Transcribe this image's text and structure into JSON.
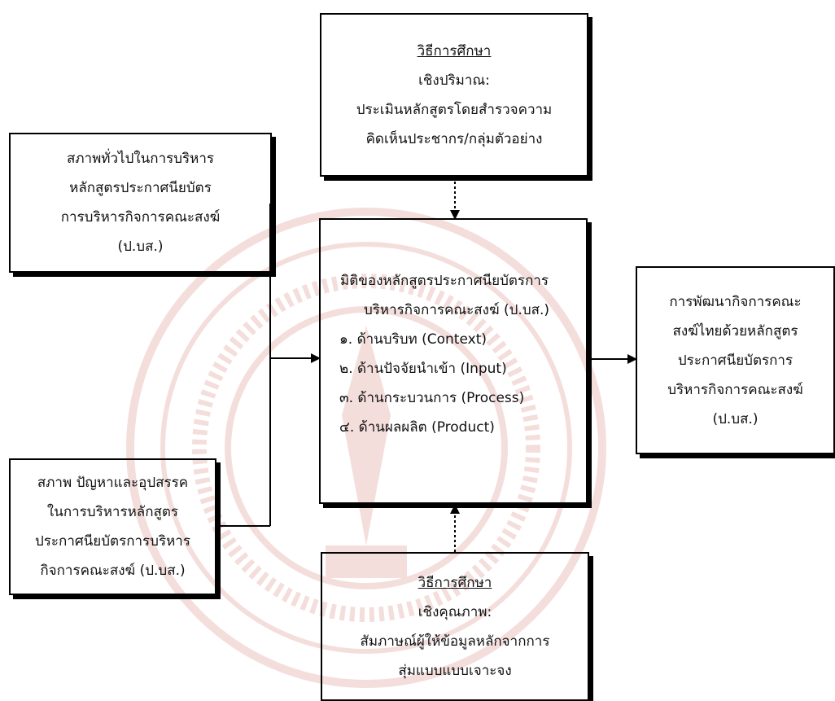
{
  "method_top": {
    "heading": "วิธีการศึกษา",
    "lines": [
      "เชิงปริมาณ:",
      "ประเมินหลักสูตรโดยสำรวจความ",
      "คิดเห็นประชากร/กลุ่มตัวอย่าง"
    ]
  },
  "general_conditions": {
    "lines": [
      "สภาพทั่วไปในการบริหาร",
      "หลักสูตรประกาศนียบัตร",
      "การบริหารกิจการคณะสงฆ์",
      "(ป.บส.)"
    ]
  },
  "dimensions": {
    "lines": [
      "มิติของหลักสูตรประกาศนียบัตรการ",
      "บริหารกิจการคณะสงฆ์ (ป.บส.)"
    ],
    "items": [
      "๑. ด้านบริบท (Context)",
      "๒. ด้านปัจจัยนำเข้า (Input)",
      "๓. ด้านกระบวนการ (Process)",
      "๔. ด้านผลผลิต (Product)"
    ]
  },
  "problems": {
    "lines": [
      "สภาพ ปัญหาและอุปสรรค",
      "ในการบริหารหลักสูตร",
      "ประกาศนียบัตรการบริหาร",
      "กิจการคณะสงฆ์ (ป.บส.)"
    ]
  },
  "result": {
    "lines": [
      "การพัฒนากิจการคณะ",
      "สงฆ์ไทยด้วยหลักสูตร",
      "ประกาศนียบัตรการ",
      "บริหารกิจการคณะสงฆ์",
      "(ป.บส.)"
    ]
  },
  "method_bottom": {
    "heading": "วิธีการศึกษา",
    "lines": [
      "เชิงคุณภาพ:",
      "สัมภาษณ์ผู้ให้ข้อมูลหลักจากการ",
      "สุ่มแบบแบบเจาะจง"
    ]
  },
  "watermark": {
    "color": "#c0392b",
    "icon": "university-seal-icon"
  }
}
